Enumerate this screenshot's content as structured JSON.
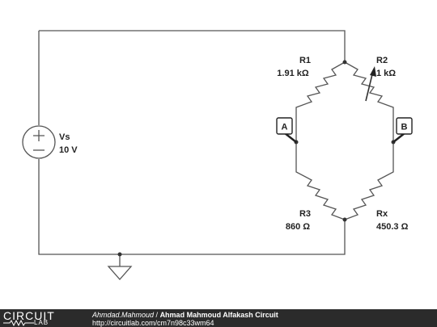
{
  "circuit": {
    "source": {
      "name": "Vs",
      "value": "10 V"
    },
    "r1": {
      "name": "R1",
      "value": "1.91 kΩ"
    },
    "r2": {
      "name": "R2",
      "value": "1 kΩ"
    },
    "r3": {
      "name": "R3",
      "value": "860 Ω"
    },
    "rx": {
      "name": "Rx",
      "value": "450.3 Ω"
    },
    "probe_a": "A",
    "probe_b": "B"
  },
  "footer": {
    "logo_top": "CIRCUIT",
    "logo_bottom": "LAB",
    "author": "Ahmdad.Mahmoud",
    "separator": " / ",
    "title": "Ahmad Mahmoud Alfakash Circuit",
    "url": "http://circuitlab.com/cm7n98c33wm64"
  }
}
